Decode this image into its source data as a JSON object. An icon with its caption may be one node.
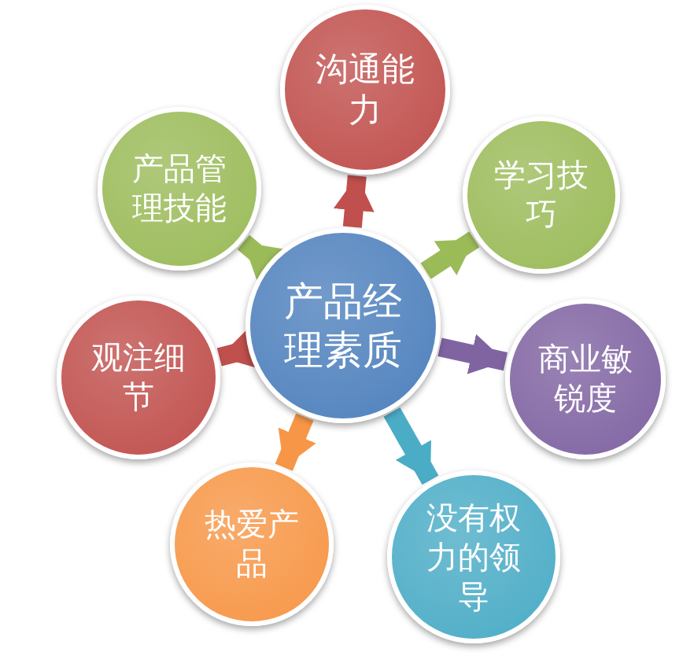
{
  "diagram": {
    "nodes": [
      {
        "text": [
          "产品经理素质"
        ]
      },
      {
        "text": [
          "沟通能力"
        ]
      },
      {
        "text": [
          "学习技巧"
        ]
      },
      {
        "text": [
          "商业敏锐度"
        ]
      },
      {
        "text": [
          "没有权力的领导"
        ]
      },
      {
        "text": [
          "热爱产品"
        ]
      },
      {
        "text": [
          "观注细节"
        ]
      },
      {
        "text": [
          "产品管理技能"
        ]
      }
    ],
    "edges": [
      {
        "from": 0,
        "to": 1,
        "arrow": "to",
        "color": "#c0504d"
      },
      {
        "from": 0,
        "to": 2,
        "arrow": "to",
        "color": "#9bbb59"
      },
      {
        "from": 0,
        "to": 3,
        "arrow": "to",
        "color": "#8064a2"
      },
      {
        "from": 0,
        "to": 4,
        "arrow": "to",
        "color": "#4bacc6"
      },
      {
        "from": 0,
        "to": 5,
        "arrow": "to",
        "color": "#f79646"
      },
      {
        "from": 0,
        "to": 6,
        "arrow": "to",
        "color": "#c0504d"
      },
      {
        "from": 0,
        "to": 7,
        "arrow": "to",
        "color": "#9bbb59"
      }
    ]
  }
}
